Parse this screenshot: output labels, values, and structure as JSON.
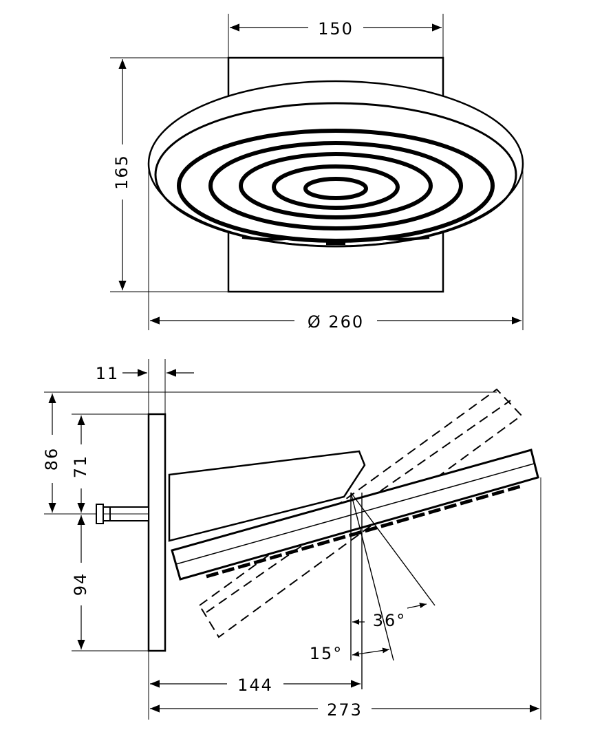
{
  "top_view": {
    "width_label": "150",
    "height_label": "165",
    "diameter_label": "Ø 260"
  },
  "side_view": {
    "plate_label": "11",
    "upper_total_label": "86",
    "upper_label": "71",
    "lower_label": "94",
    "angle_small_label": "15°",
    "angle_large_label": "36°",
    "depth_label": "144",
    "total_depth_label": "273"
  },
  "colors": {
    "line": "#000000",
    "background": "#ffffff"
  }
}
